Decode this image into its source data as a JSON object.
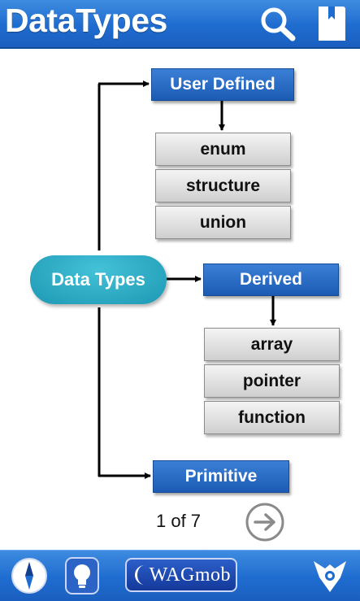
{
  "header": {
    "title": "DataTypes",
    "search_icon": "search-icon",
    "bookmark_icon": "bookmark-icon",
    "color": "#1f6cd0"
  },
  "diagram": {
    "root": "Data Types",
    "branches": [
      {
        "label": "User Defined",
        "children": [
          "enum",
          "structure",
          "union"
        ]
      },
      {
        "label": "Derived",
        "children": [
          "array",
          "pointer",
          "function"
        ]
      },
      {
        "label": "Primitive",
        "children": []
      }
    ],
    "colors": {
      "branch": "#2a6cc6",
      "root": "#2aa8c4",
      "child": "#e0e0e0"
    }
  },
  "pager": {
    "indicator": "1 of 7",
    "next_icon": "arrow-right-circle-icon"
  },
  "footer": {
    "compass_icon": "compass-icon",
    "bulb_icon": "lightbulb-icon",
    "brand_label": "WAGmob",
    "share_icon": "share-icon"
  }
}
